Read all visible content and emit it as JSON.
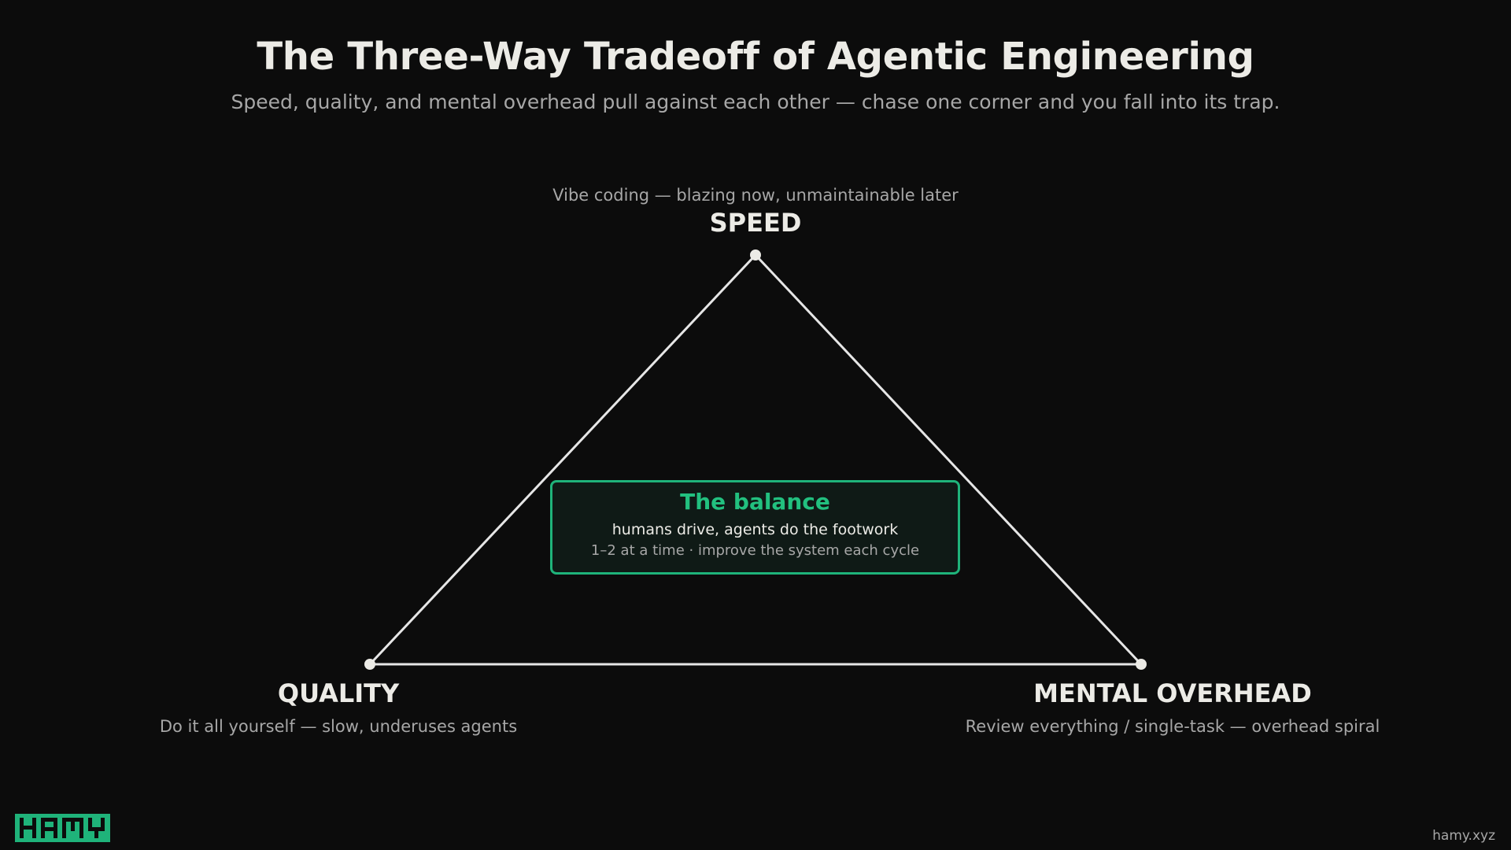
{
  "title": "The Three-Way Tradeoff of Agentic Engineering",
  "subtitle": "Speed, quality, and mental overhead pull against each other — chase one corner and you fall into its trap.",
  "corners": {
    "speed": {
      "label": "SPEED",
      "description": "Vibe coding — blazing now, unmaintainable later"
    },
    "quality": {
      "label": "QUALITY",
      "description": "Do it all yourself — slow, underuses agents"
    },
    "mental_overhead": {
      "label": "MENTAL OVERHEAD",
      "description": "Review everything / single-task — overhead spiral"
    }
  },
  "balance": {
    "title": "The balance",
    "line1": "humans drive, agents do the footwork",
    "line2": "1–2 at a time · improve the system each cycle"
  },
  "logo": {
    "text": "HAMY",
    "color": "#1fb37a"
  },
  "site": "hamy.xyz",
  "colors": {
    "background": "#0c0c0c",
    "text": "#ecebe6",
    "muted": "#a7a7a7",
    "accent": "#22c07f",
    "box_border": "#1fb37a",
    "box_fill": "#0f1a16"
  }
}
